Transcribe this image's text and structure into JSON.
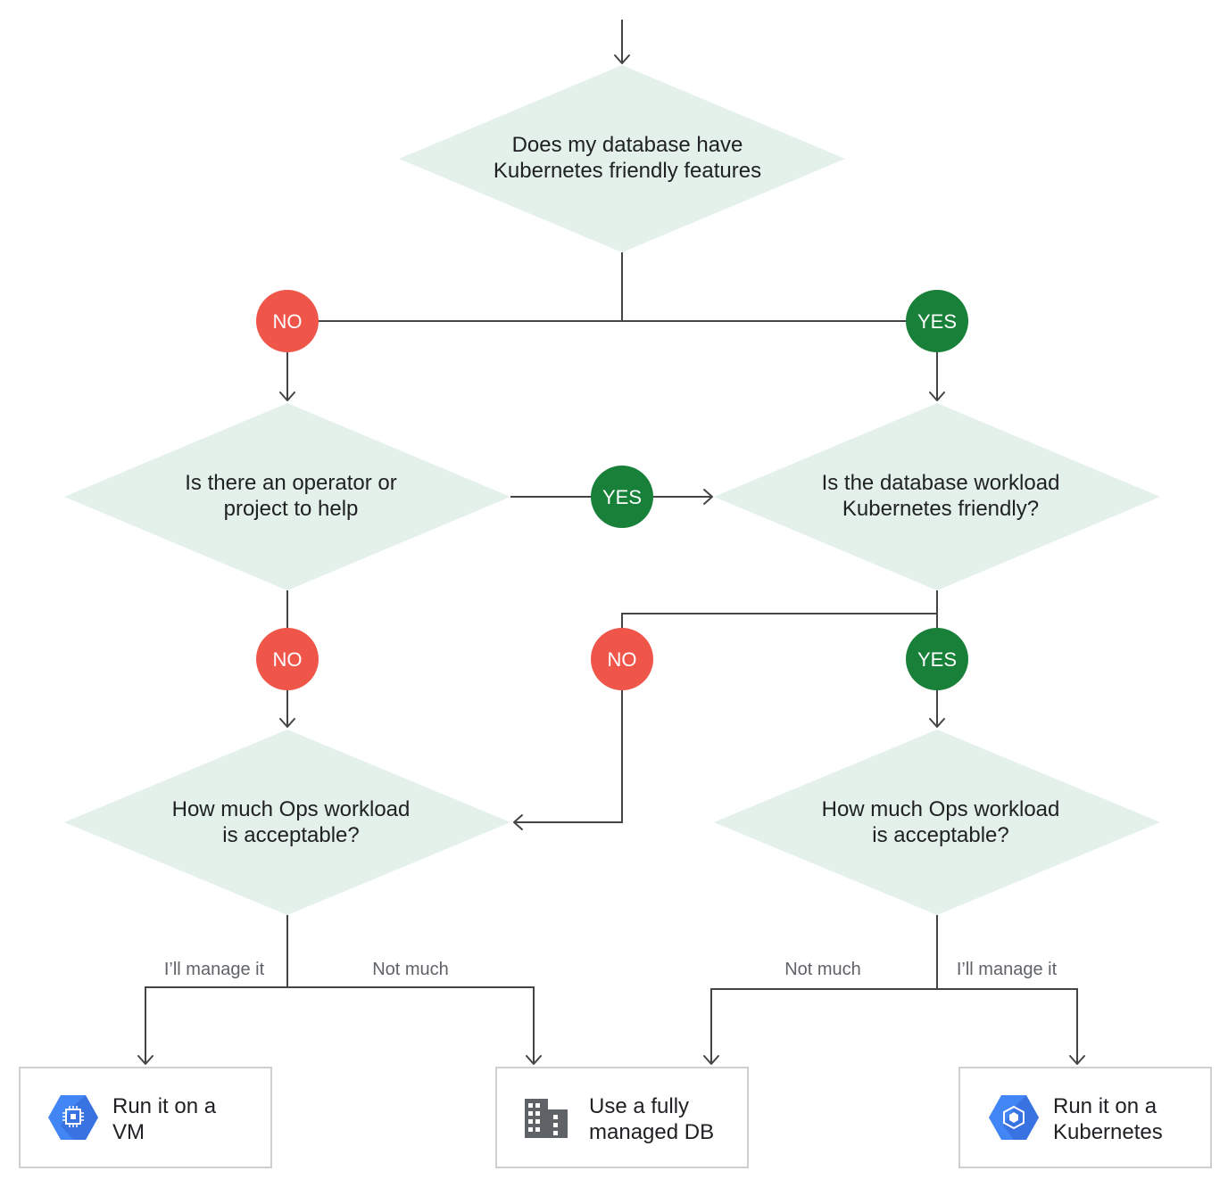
{
  "questions": {
    "q1": {
      "line1": "Does my database have",
      "line2": "Kubernetes friendly features"
    },
    "q2": {
      "line1": "Is there an operator or",
      "line2": "project to help"
    },
    "q3": {
      "line1": "Is the database workload",
      "line2": "Kubernetes friendly?"
    },
    "q4": {
      "line1": "How much Ops workload",
      "line2": "is acceptable?"
    },
    "q5": {
      "line1": "How much Ops workload",
      "line2": "is acceptable?"
    }
  },
  "badges": {
    "no1": "NO",
    "yes1": "YES",
    "yes2": "YES",
    "no2": "NO",
    "no3": "NO",
    "yes3": "YES"
  },
  "edge_labels": {
    "left_manage": "I’ll manage it",
    "left_notmuch": "Not much",
    "right_notmuch": "Not much",
    "right_manage": "I’ll manage it"
  },
  "results": {
    "vm": {
      "line1": "Run it on a",
      "line2": "VM",
      "icon": "compute-engine-icon"
    },
    "managed": {
      "line1": "Use a fully",
      "line2": "managed DB",
      "icon": "building-icon"
    },
    "k8s": {
      "line1": "Run it on a",
      "line2": "Kubernetes",
      "icon": "kubernetes-engine-icon"
    }
  },
  "colors": {
    "yes": "#188038",
    "no": "#f0554a",
    "diamond": "#e3f1ea",
    "gcp_blue": "#4285f4"
  }
}
